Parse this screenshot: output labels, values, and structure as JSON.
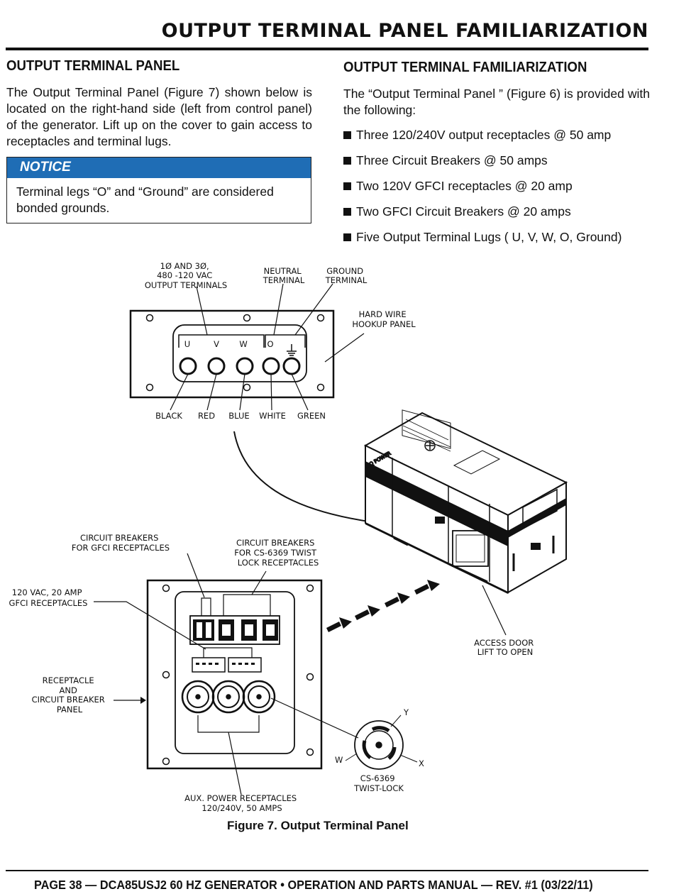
{
  "page_title": "OUTPUT TERMINAL PANEL FAMILIARIZATION",
  "left": {
    "heading": "OUTPUT TERMINAL PANEL",
    "paragraph": "The Output Terminal Panel (Figure 7) shown below is located on the right-hand side (left from control panel) of the generator. Lift up on the cover to gain access to receptacles and terminal lugs.",
    "notice_title": "NOTICE",
    "notice_text": "Terminal legs “O” and “Ground” are considered bonded grounds."
  },
  "right": {
    "heading": "OUTPUT TERMINAL FAMILIARIZATION",
    "intro": "The “Output Terminal Panel ” (Figure 6) is provided with the following:",
    "bullets": [
      "Three 120/240V output receptacles @ 50 amp",
      "Three Circuit Breakers @ 50 amps",
      "Two 120V GFCI receptacles @ 20 amp",
      "Two GFCI Circuit Breakers @ 20 amps",
      "Five Output Terminal Lugs ( U, V, W, O, Ground)"
    ]
  },
  "figure": {
    "output_terminals": [
      "1Ø AND 3Ø,",
      "480 -120 VAC",
      "OUTPUT TERMINALS"
    ],
    "neutral_terminal": [
      "NEUTRAL",
      "TERMINAL"
    ],
    "ground_terminal": [
      "GROUND",
      "TERMINAL"
    ],
    "hookup_panel": [
      "HARD WIRE",
      "HOOKUP PANEL"
    ],
    "terminal_letters": [
      "U",
      "V",
      "W",
      "O"
    ],
    "wire_colors": [
      "BLACK",
      "RED",
      "BLUE",
      "WHITE",
      "GREEN"
    ],
    "brand": "MQ POWER",
    "cb_gfci": [
      "CIRCUIT BREAKERS",
      "FOR GFCI RECEPTACLES"
    ],
    "cb_twist": [
      "CIRCUIT BREAKERS",
      "FOR CS-6369 TWIST",
      "LOCK RECEPTACLES"
    ],
    "gfci_receptacles": [
      "120 VAC, 20 AMP",
      "GFCI RECEPTACLES"
    ],
    "receptacle_panel": [
      "RECEPTACLE",
      "AND",
      "CIRCUIT BREAKER",
      "PANEL"
    ],
    "access_door": [
      "ACCESS DOOR",
      "LIFT TO OPEN"
    ],
    "twist_lock_pins": [
      "Y",
      "W",
      "X"
    ],
    "twist_lock": [
      "CS-6369",
      "TWIST-LOCK"
    ],
    "aux_power": [
      "AUX. POWER RECEPTACLES",
      "120/240V, 50 AMPS"
    ]
  },
  "caption": "Figure 7. Output Terminal Panel",
  "footer": "PAGE 38 — DCA85USJ2 60 HZ GENERATOR • OPERATION AND PARTS MANUAL — REV. #1 (03/22/11)",
  "colors": {
    "notice_bar": "#1f6db5"
  }
}
